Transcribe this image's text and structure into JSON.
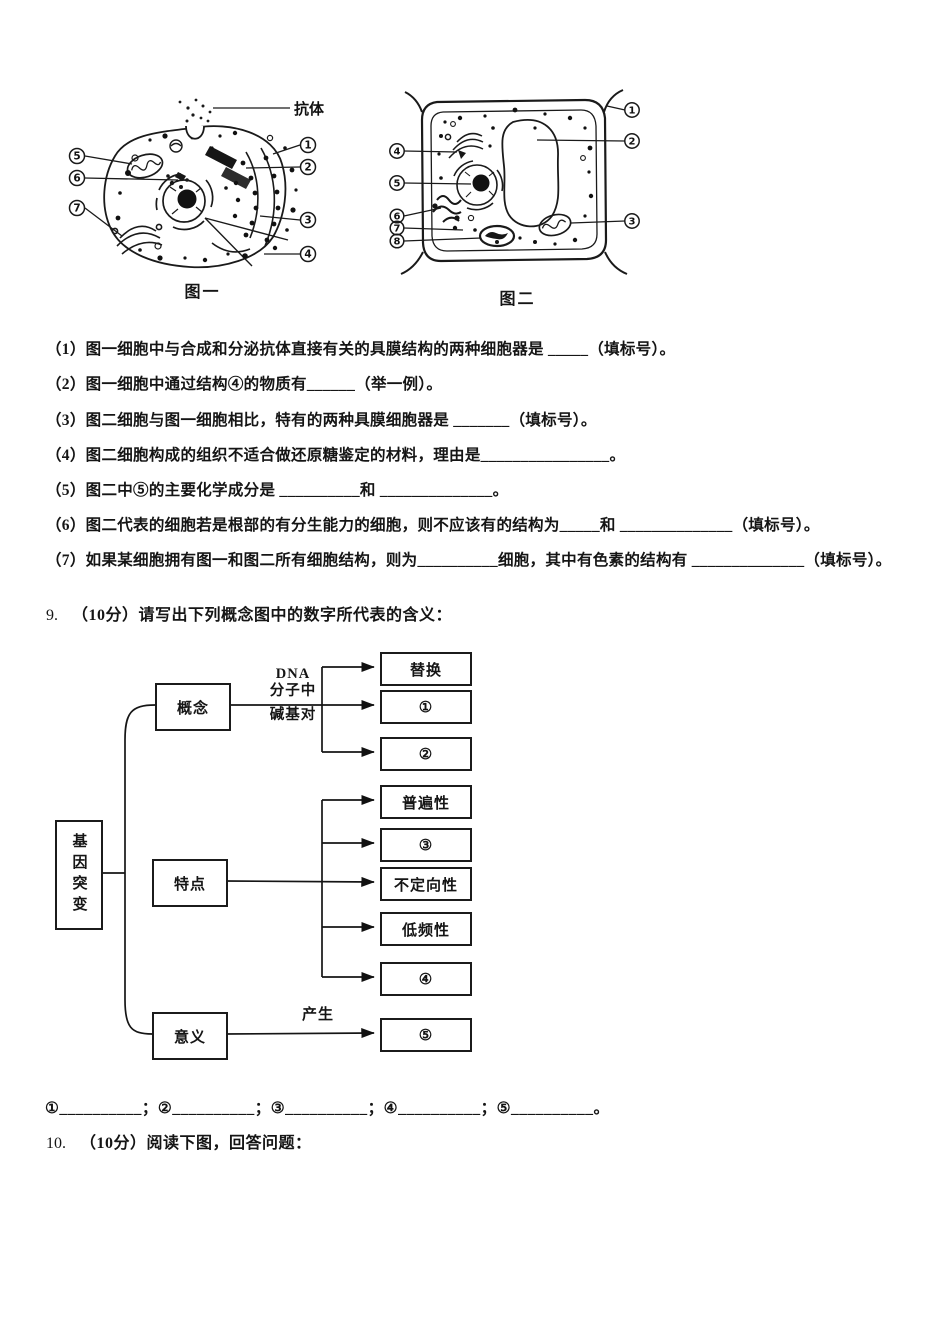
{
  "document": {
    "figure1": {
      "caption": "图一",
      "antibody_label": "抗体",
      "right_labels": [
        "1",
        "2",
        "3",
        "4"
      ],
      "left_labels": [
        "5",
        "6",
        "7"
      ]
    },
    "figure2": {
      "caption": "图二",
      "right_labels": [
        "1",
        "2",
        "3"
      ],
      "left_labels": [
        "4",
        "5",
        "6",
        "7",
        "8"
      ]
    },
    "questions": [
      "（1）图一细胞中与合成和分泌抗体直接有关的具膜结构的两种细胞器是 _____（填标号）。",
      "（2）图一细胞中通过结构④的物质有______（举一例）。",
      "（3）图二细胞与图一细胞相比，特有的两种具膜细胞器是 _______（填标号）。",
      "（4）图二细胞构成的组织不适合做还原糖鉴定的材料，理由是________________。",
      "（5）图二中⑤的主要化学成分是 __________和 ______________。",
      "（6）图二代表的细胞若是根部的有分生能力的细胞，则不应该有的结构为_____和 ______________（填标号）。",
      "（7）如果某细胞拥有图一和图二所有细胞结构，则为__________细胞，其中有色素的结构有 ______________（填标号）。"
    ],
    "q9": {
      "number": "9.",
      "heading": "（10分）请写出下列概念图中的数字所代表的含义："
    },
    "concept_map": {
      "root": "基因突变",
      "branch1": {
        "label": "概念",
        "edge_lines": [
          "DNA",
          "分子中",
          "碱基对"
        ],
        "targets": [
          "替换",
          "①",
          "②"
        ]
      },
      "branch2": {
        "label": "特点",
        "targets": [
          "普遍性",
          "③",
          "不定向性",
          "低频性",
          "④"
        ]
      },
      "branch3": {
        "label": "意义",
        "edge_label": "产生",
        "targets": [
          "⑤"
        ]
      }
    },
    "answer_line": "①__________；②__________；③__________；④__________；⑤__________。",
    "q10": {
      "number": "10.",
      "heading": "（10分）阅读下图，回答问题："
    }
  }
}
